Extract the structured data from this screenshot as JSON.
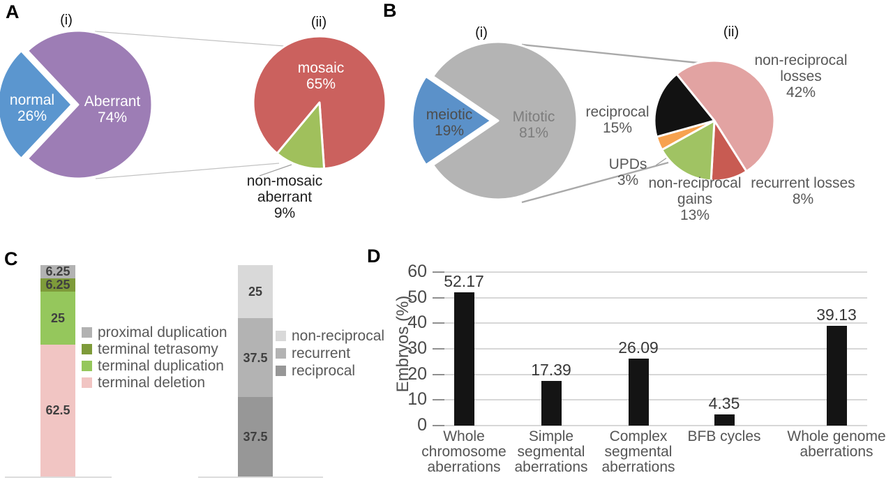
{
  "panels": {
    "A": {
      "letter": "A",
      "sub_labels": [
        "(i)",
        "(ii)"
      ]
    },
    "B": {
      "letter": "B",
      "sub_labels": [
        "(i)",
        "(ii)"
      ]
    },
    "C": {
      "letter": "C"
    },
    "D": {
      "letter": "D"
    }
  },
  "chart_data": [
    {
      "panel": "A",
      "sub": "(i)",
      "type": "pie",
      "slices": [
        {
          "label": "normal",
          "pct": 26,
          "pct_text": "26%",
          "color": "#5b96cf"
        },
        {
          "label": "Aberrant",
          "pct": 74,
          "pct_text": "74%",
          "color": "#9d7db5"
        }
      ]
    },
    {
      "panel": "A",
      "sub": "(ii)",
      "type": "pie",
      "slices": [
        {
          "label": "mosaic",
          "pct": 65,
          "pct_text": "65%",
          "color": "#cb615e"
        },
        {
          "label": "non-mosaic aberrant",
          "pct": 9,
          "pct_text": "9%",
          "color": "#a0c05c"
        }
      ]
    },
    {
      "panel": "B",
      "sub": "(i)",
      "type": "pie",
      "slices": [
        {
          "label": "meiotic",
          "pct": 19,
          "pct_text": "19%",
          "color": "#5b91c9"
        },
        {
          "label": "Mitotic",
          "pct": 81,
          "pct_text": "81%",
          "color": "#b4b4b4"
        }
      ]
    },
    {
      "panel": "B",
      "sub": "(ii)",
      "type": "pie",
      "slices": [
        {
          "label": "non-reciprocal losses",
          "pct": 42,
          "pct_text": "42%",
          "color": "#e2a3a2"
        },
        {
          "label": "recurrent losses",
          "pct": 8,
          "pct_text": "8%",
          "color": "#c85b52"
        },
        {
          "label": "non-reciprocal gains",
          "pct": 13,
          "pct_text": "13%",
          "color": "#a0c363"
        },
        {
          "label": "UPDs",
          "pct": 3,
          "pct_text": "3%",
          "color": "#f7a24f"
        },
        {
          "label": "reciprocal",
          "pct": 15,
          "pct_text": "15%",
          "color": "#121212"
        }
      ]
    },
    {
      "panel": "C",
      "type": "stacked-bar",
      "segments": [
        {
          "label": "proximal duplication",
          "value": 6.25,
          "color": "#b2b2b2"
        },
        {
          "label": "terminal tetrasomy",
          "value": 6.25,
          "color": "#7e9b3a"
        },
        {
          "label": "terminal duplication",
          "value": 25,
          "color": "#95c75c"
        },
        {
          "label": "terminal deletion",
          "value": 62.5,
          "color": "#f1c5c3"
        }
      ]
    },
    {
      "panel": "C",
      "type": "stacked-bar",
      "segments": [
        {
          "label": "non-reciprocal",
          "value": 25,
          "color": "#d9d9d9"
        },
        {
          "label": "recurrent",
          "value": 37.5,
          "color": "#b3b3b3"
        },
        {
          "label": "reciprocal",
          "value": 37.5,
          "color": "#979797"
        }
      ]
    },
    {
      "panel": "D",
      "type": "bar",
      "title": "",
      "ylabel": "Embryos (%)",
      "ylim": [
        0,
        60
      ],
      "yticks": [
        0,
        10,
        20,
        30,
        40,
        50,
        60
      ],
      "grid": true,
      "bar_color": "#141414",
      "grid_color": "#d7d7d7",
      "categories": [
        "Whole chromosome aberrations",
        "Simple segmental aberrations",
        "Complex segmental aberrations",
        "BFB cycles",
        "Whole genome aberrations"
      ],
      "values": [
        52.17,
        17.39,
        26.09,
        4.35,
        39.13
      ]
    }
  ]
}
